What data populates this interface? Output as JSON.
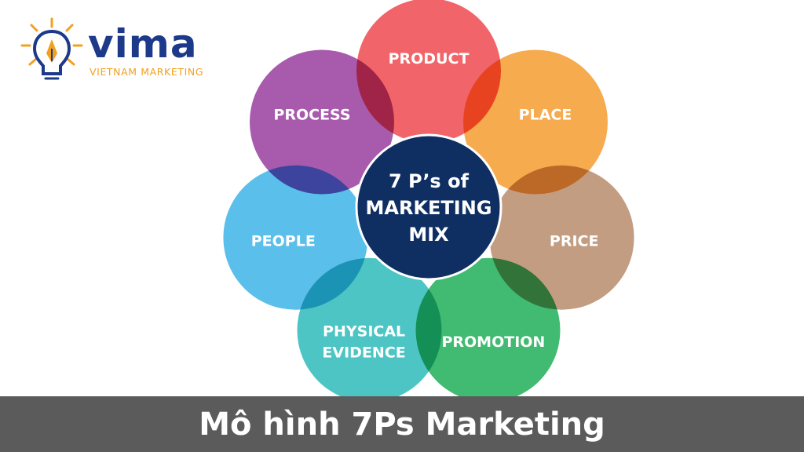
{
  "logo": {
    "icon": "lightbulb-pen-icon",
    "brand": "vima",
    "tagline": "VIETNAM MARKETING",
    "colors": {
      "brand": "#1d3a8a",
      "accent": "#f2a11f"
    }
  },
  "diagram": {
    "center": {
      "lines": [
        "7 P’s of",
        "MARKETING",
        "MIX"
      ],
      "color": "#0f2f63"
    },
    "petals": [
      {
        "label": [
          "PRODUCT"
        ],
        "color": "#ef4b50"
      },
      {
        "label": [
          "PLACE"
        ],
        "color": "#f59d32"
      },
      {
        "label": [
          "PRICE"
        ],
        "color": "#b98d6c"
      },
      {
        "label": [
          "PROMOTION"
        ],
        "color": "#22b05a"
      },
      {
        "label": [
          "PHYSICAL",
          "EVIDENCE"
        ],
        "color": "#2ebcba"
      },
      {
        "label": [
          "PEOPLE"
        ],
        "color": "#3fb4e6"
      },
      {
        "label": [
          "PROCESS"
        ],
        "color": "#9a3f9e"
      }
    ]
  },
  "footer": {
    "title": "Mô hình 7Ps Marketing"
  }
}
